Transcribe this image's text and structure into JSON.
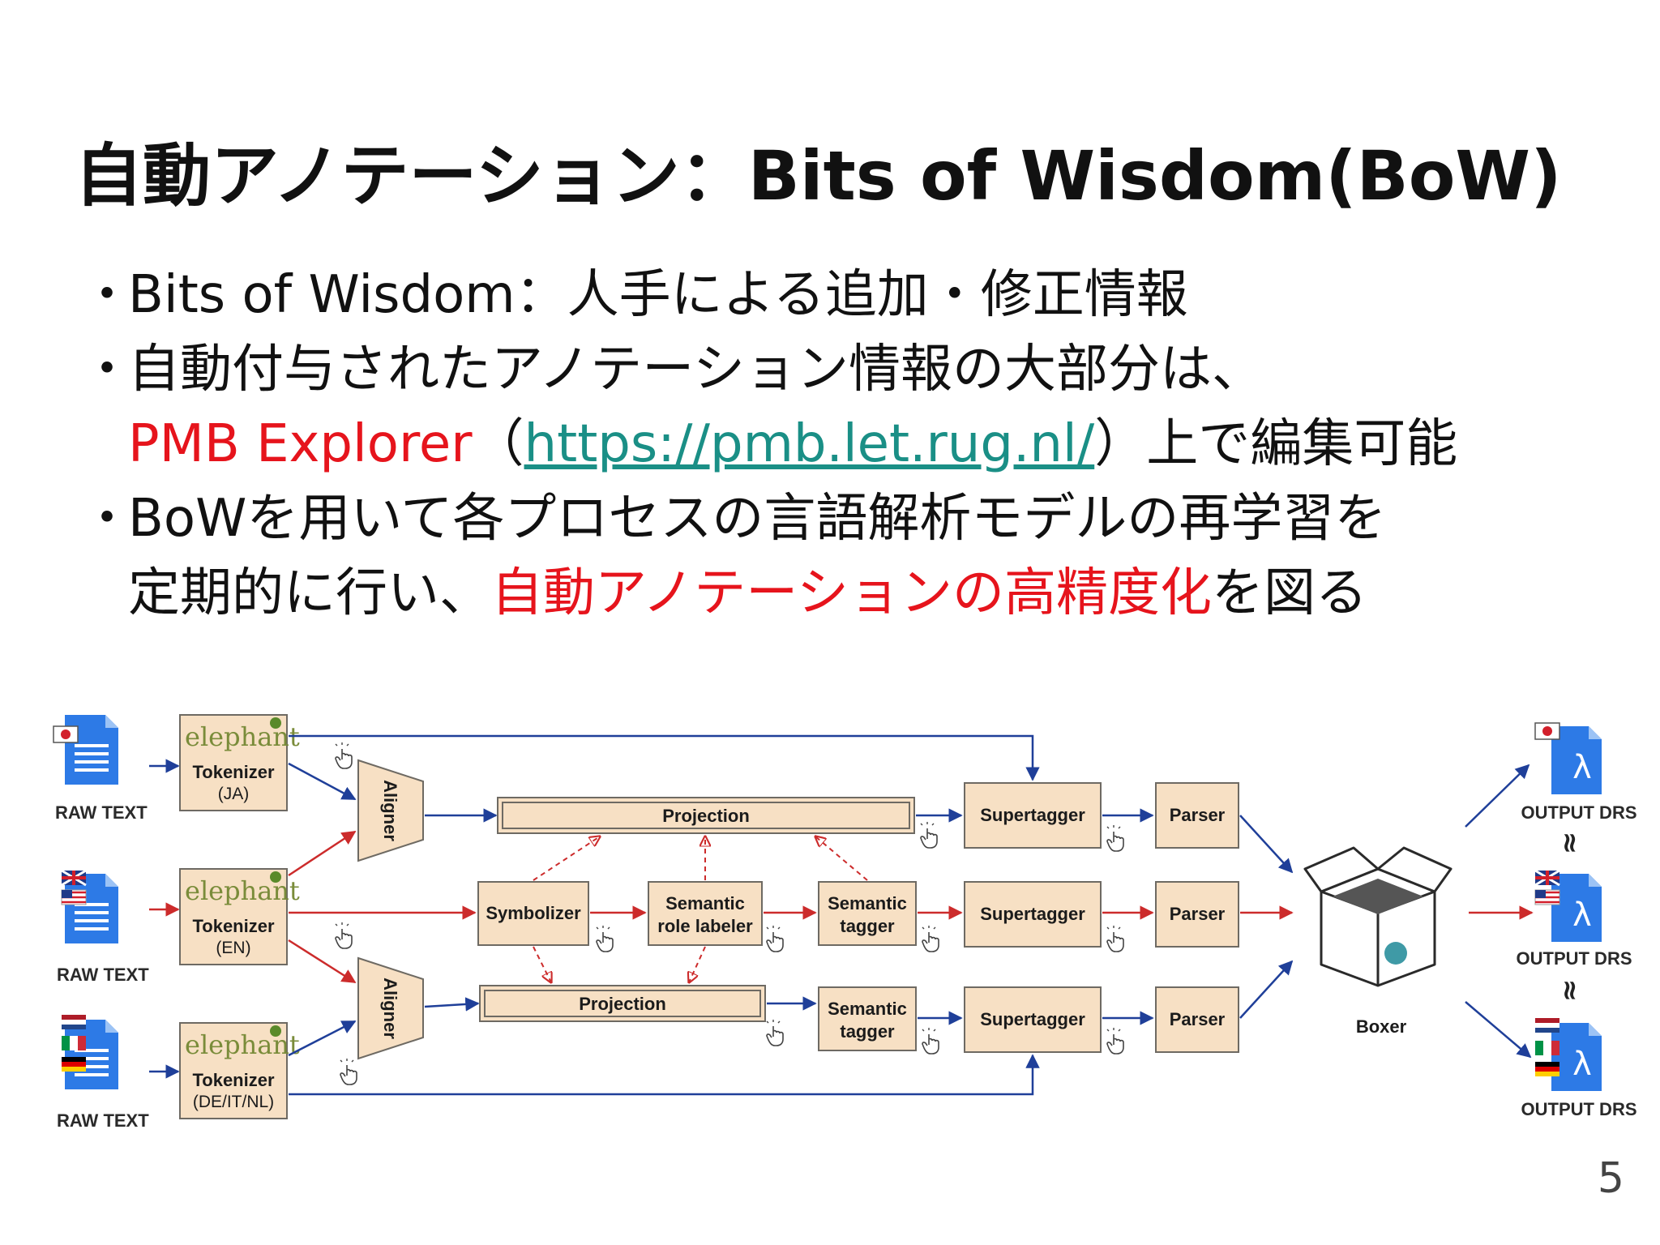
{
  "slide": {
    "title": "自動アノテーション：Bits of Wisdom(BoW)",
    "page_number": "5",
    "bullet_marker": "・",
    "bullet1": "Bits of Wisdom：人手による追加・修正情報",
    "bullet2_line1": "自動付与されたアノテーション情報の大部分は、",
    "bullet2_red": "PMB Explorer",
    "bullet2_open": "（",
    "bullet2_link": "https://pmb.let.rug.nl/",
    "bullet2_after": "）上で編集可能",
    "bullet3_line1": "BoWを用いて各プロセスの言語解析モデルの再学習を",
    "bullet3_pre": "定期的に行い、",
    "bullet3_red": "自動アノテーションの高精度化",
    "bullet3_post": "を図る"
  },
  "diagram": {
    "raw_text": "RAW TEXT",
    "output_drs": "OUTPUT DRS",
    "elephant": "elephant",
    "tokenizer": "Tokenizer",
    "lang_ja": "(JA)",
    "lang_en": "(EN)",
    "lang_multi": "(DE/IT/NL)",
    "aligner": "Aligner",
    "projection": "Projection",
    "symbolizer": "Symbolizer",
    "srl_line1": "Semantic",
    "srl_line2": "role labeler",
    "semtag_line1": "Semantic",
    "semtag_line2": "tagger",
    "supertagger": "Supertagger",
    "parser": "Parser",
    "boxer": "Boxer",
    "lambda": "λ",
    "approx": "≈",
    "hand_icon": "hand-pointer-icon",
    "doc_icon": "document-icon",
    "box_icon": "open-box-icon",
    "colors": {
      "blue_arrow": "#1f3f99",
      "red_arrow": "#cc2b2b",
      "node_fill": "#f7e0c4",
      "doc_blue": "#2d7ae6"
    }
  }
}
